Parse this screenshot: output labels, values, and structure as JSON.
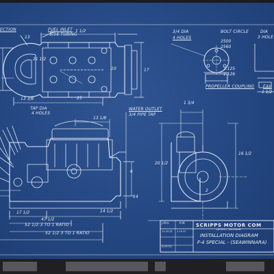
{
  "labels": {
    "connection": "ECTION",
    "fuel_inlet": "FUEL INLET",
    "fuel_inlet_sub": "5/16 TUBING",
    "water_outlet": "WATER OUTLET",
    "water_outlet_sub": "3/4 PIPE TAP",
    "tap_dia": "TAP DIA",
    "tap_holes": "4 HOLES",
    "top_dia": "3/4 DIA",
    "top_holes": "4 HOLES",
    "bolt_circle": "BOLT CIRCLE",
    "dia_right": "DIA",
    "holes_right": "3 HOLE",
    "propeller_coupling": "PROPELLER COUPLING",
    "exh": "EXH",
    "ratio_1": "52 1/2  3 TO 1 RATIO",
    "ratio_2": "52 1/2  3 TO 1 RATIO"
  },
  "dimensions": {
    "d1": "13",
    "d2": "1 1/2",
    "d3": "21 1/2",
    "d4": "13 3/8",
    "d5": "25",
    "d6": "17",
    "d7": "13 1/8",
    "d8": "6",
    "d9": "14",
    "d10": "14 1/2",
    "d11": "17 1/2",
    "d12": "47 1/2",
    "d13": "2500",
    "d14": "2560",
    "d15": "1.125",
    "d16": "1.126",
    "d17": "1 1/2",
    "d18": "1 3/4",
    "d19": "16 1/2",
    "d20": "20 1/2",
    "d21": "10",
    "d22": "2"
  },
  "title_block": {
    "company": "SCRIPPS MOTOR COM",
    "city": "DETROIT, MICHIGAN",
    "drawing_title": "INSTALLATION DIAGRAM",
    "model": "F-4 SPECIAL - (SEAWINNARA)",
    "drawn_by": "J.M.H.",
    "checked_by": "R.M.",
    "date_1": "11-25-32",
    "date_2": "1-19-37",
    "dwg_no": "D-53751"
  },
  "colors": {
    "paper": "#264a86",
    "line": "#e6edf7",
    "surround": "#1b1b1d"
  }
}
